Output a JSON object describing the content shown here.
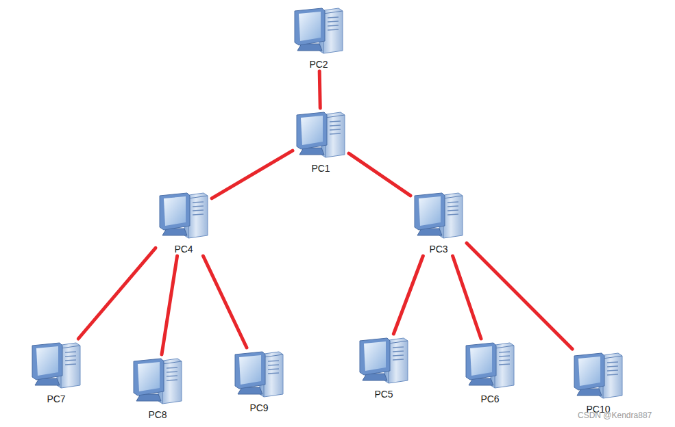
{
  "diagram": {
    "nodes": [
      {
        "text": [
          "PC2"
        ]
      },
      {
        "text": [
          "PC1"
        ]
      },
      {
        "text": [
          "PC4"
        ]
      },
      {
        "text": [
          "PC3"
        ]
      },
      {
        "text": [
          "PC7"
        ]
      },
      {
        "text": [
          "PC8"
        ]
      },
      {
        "text": [
          "PC9"
        ]
      },
      {
        "text": [
          "PC5"
        ]
      },
      {
        "text": [
          "PC6"
        ]
      },
      {
        "text": [
          "PC10"
        ]
      }
    ],
    "edges": [
      {
        "from": 0,
        "to": 1,
        "arrow": "none"
      },
      {
        "from": 1,
        "to": 2,
        "arrow": "none"
      },
      {
        "from": 1,
        "to": 3,
        "arrow": "none"
      },
      {
        "from": 2,
        "to": 4,
        "arrow": "none"
      },
      {
        "from": 2,
        "to": 5,
        "arrow": "none"
      },
      {
        "from": 2,
        "to": 6,
        "arrow": "none"
      },
      {
        "from": 3,
        "to": 7,
        "arrow": "none"
      },
      {
        "from": 3,
        "to": 8,
        "arrow": "none"
      },
      {
        "from": 3,
        "to": 9,
        "arrow": "none"
      }
    ],
    "labels": [
      "CSDN @Kendra887"
    ]
  }
}
